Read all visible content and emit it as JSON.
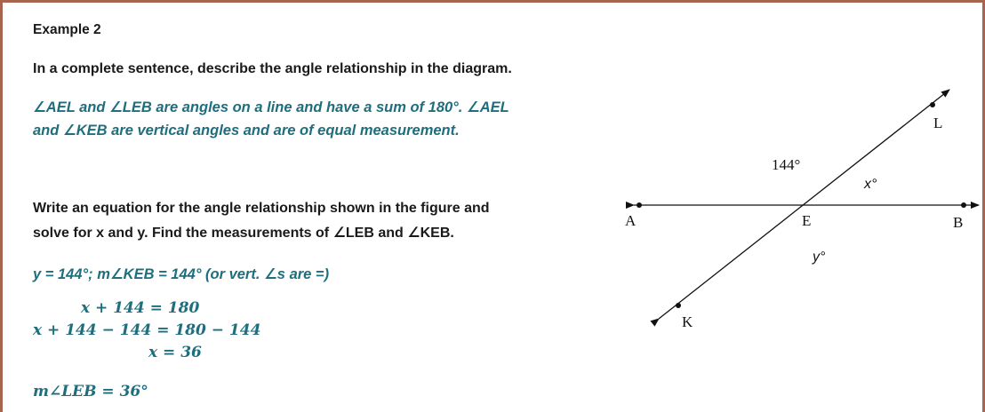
{
  "example_title": "Example 2",
  "question1": "In a complete sentence, describe the angle relationship in the diagram.",
  "answer1": {
    "line1": "∠AEL and ∠LEB are angles on a line and have a sum of 180°.  ∠AEL",
    "line2": "and ∠KEB are vertical angles and are of equal measurement."
  },
  "question2": {
    "line1": "Write an equation for the angle relationship shown in the figure and",
    "line2": "solve for x and y.  Find the measurements of ∠LEB and ∠KEB."
  },
  "answer2": {
    "line1": "y = 144°; m∠KEB = 144° (or vert. ∠s are =)",
    "eq1": "x + 144 = 180",
    "eq2": "x + 144 − 144 = 180 − 144",
    "eq3": "x = 36",
    "final": "m∠LEB = 36°"
  },
  "figure": {
    "point_A": "A",
    "point_E": "E",
    "point_B": "B",
    "point_L": "L",
    "point_K": "K",
    "angle_144": "144°",
    "angle_x": "x°",
    "angle_y": "y°"
  }
}
